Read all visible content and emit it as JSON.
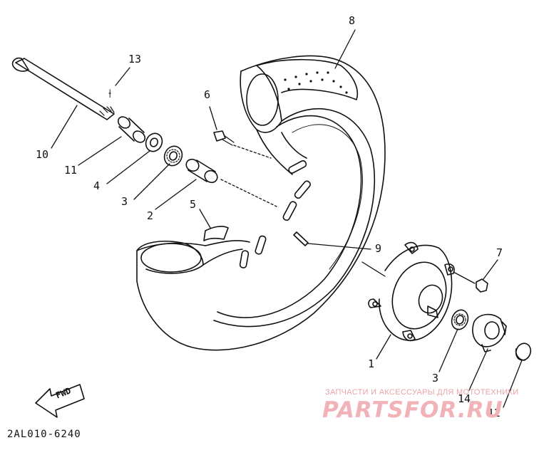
{
  "callouts": {
    "c1": "1",
    "c2": "2",
    "c3a": "3",
    "c3b": "3",
    "c4": "4",
    "c5": "5",
    "c6": "6",
    "c7": "7",
    "c8": "8",
    "c9": "9",
    "c10": "10",
    "c11": "11",
    "c12": "12",
    "c13": "13",
    "c14": "14"
  },
  "direction_label": "FWD",
  "diagram_code": "2AL010-6240",
  "watermark": {
    "tagline": "ЗАПЧАСТИ И АКСЕССУАРЫ ДЛЯ МОТОТЕХНИКИ",
    "logo": "PARTSFOR.RU"
  }
}
